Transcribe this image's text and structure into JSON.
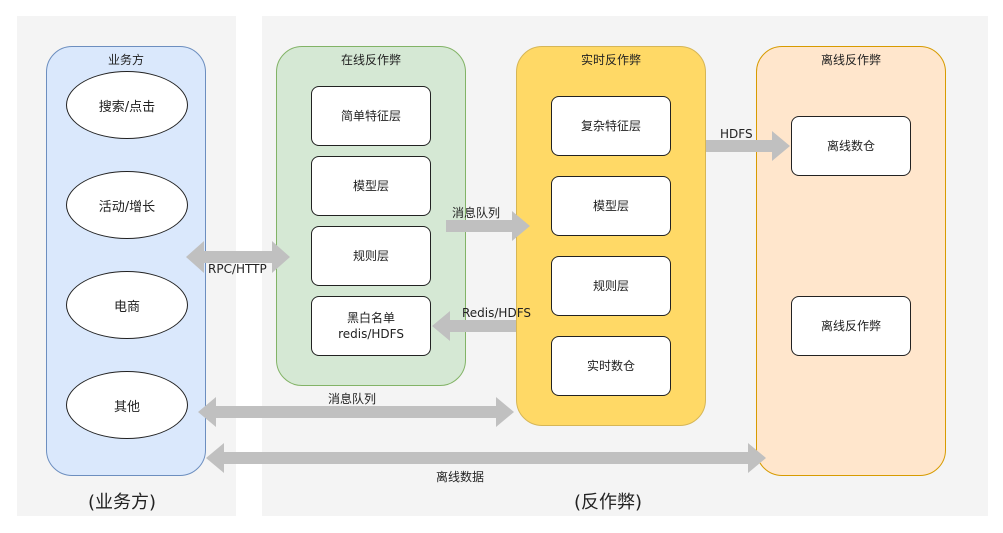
{
  "lanes": {
    "business": {
      "title": "业务方",
      "items": [
        "搜索/点击",
        "活动/增长",
        "电商",
        "其他"
      ]
    },
    "online": {
      "title": "在线反作弊",
      "items": [
        "简单特征层",
        "模型层",
        "规则层"
      ],
      "last_item": {
        "line1": "黑白名单",
        "line2": "redis/HDFS"
      }
    },
    "realtime": {
      "title": "实时反作弊",
      "items": [
        "复杂特征层",
        "模型层",
        "规则层",
        "实时数仓"
      ]
    },
    "offline": {
      "title": "离线反作弊",
      "items": [
        "离线数仓",
        "离线反作弊"
      ]
    }
  },
  "connectors": {
    "rpc": "RPC/HTTP",
    "mq_top": "消息队列",
    "redis_hdfs": "Redis/HDFS",
    "hdfs": "HDFS",
    "mq_bottom": "消息队列",
    "offline_data": "离线数据"
  },
  "captions": {
    "left": "(业务方)",
    "right": "(反作弊)"
  },
  "colors": {
    "business_fill": "#dae8fc",
    "business_stroke": "#6c8ebf",
    "online_fill": "#d5e8d4",
    "online_stroke": "#82b366",
    "realtime_fill": "#ffd966",
    "realtime_stroke": "#d6b656",
    "offline_fill": "#ffe6cc",
    "offline_stroke": "#d79b00",
    "arrow": "#c0c0c0"
  }
}
